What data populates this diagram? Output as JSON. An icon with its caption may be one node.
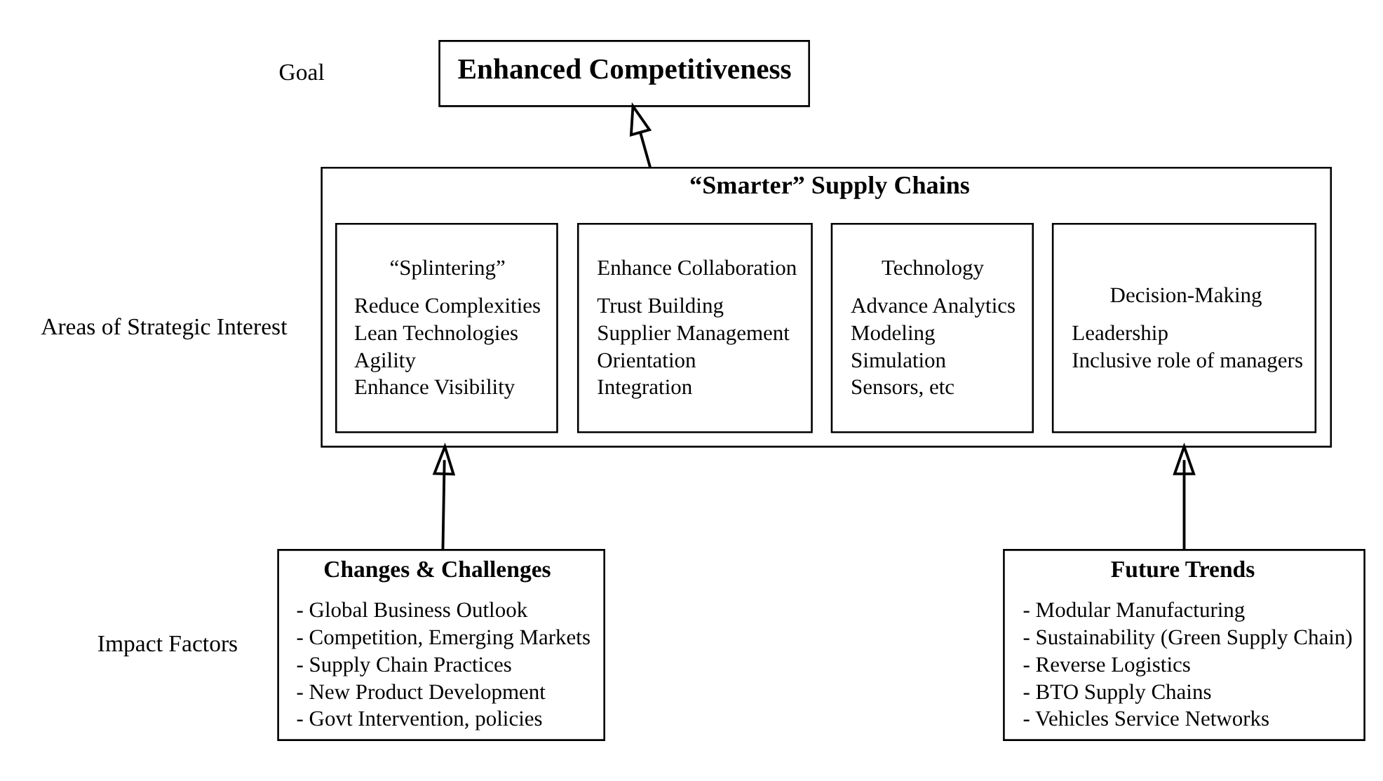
{
  "diagram": {
    "nodes": [
      {
        "text": [
          "Enhanced Competitiveness"
        ]
      },
      {
        "text": [
          "“Smarter” Supply Chains"
        ]
      },
      {
        "text": [
          "“Splintering”",
          "Reduce Complexities",
          "Lean Technologies",
          "Agility",
          "Enhance Visibility"
        ],
        "in": 1
      },
      {
        "text": [
          "Enhance Collaboration",
          "Trust Building",
          "Supplier Management",
          "Orientation",
          "Integration"
        ],
        "in": 1
      },
      {
        "text": [
          "Technology",
          "Advance Analytics",
          "Modeling",
          "Simulation",
          "Sensors, etc"
        ],
        "in": 1
      },
      {
        "text": [
          "Decision-Making",
          "Leadership",
          "Inclusive role of managers"
        ],
        "in": 1
      },
      {
        "text": [
          "Changes & Challenges",
          "- Global Business Outlook",
          "- Competition, Emerging Markets",
          "- Supply Chain Practices",
          "- New Product Development",
          "- Govt Intervention, policies"
        ]
      },
      {
        "text": [
          "Future Trends",
          "- Modular Manufacturing",
          "- Sustainability (Green Supply Chain)",
          "- Reverse Logistics",
          "- BTO Supply Chains",
          "- Vehicles Service Networks"
        ]
      }
    ],
    "edges": [
      {
        "from": 6,
        "to": 1,
        "arrow": "to"
      },
      {
        "from": 7,
        "to": 1,
        "arrow": "to"
      },
      {
        "from": 1,
        "to": 0,
        "arrow": "to"
      }
    ],
    "labels": [
      "Goal",
      "Areas of Strategic Interest",
      "Impact Factors"
    ]
  }
}
